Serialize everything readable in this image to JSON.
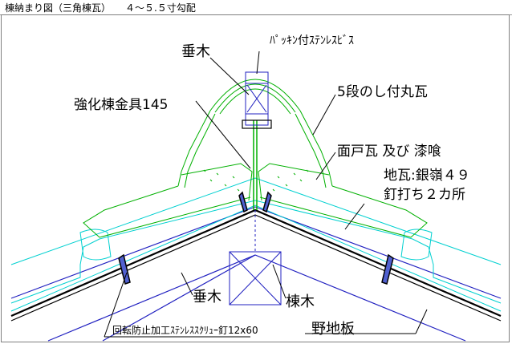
{
  "title": "棟納まり図（三角棟瓦）　　４～５.５寸勾配",
  "labels": {
    "taruki_top": "垂木",
    "packing_screw": "ﾊﾟｯｷﾝ付ｽﾃﾝﾚｽﾋﾞｽ",
    "ridge_bracket": "強化棟金具145",
    "round_tile": "5段のし付丸瓦",
    "menido": "面戸瓦 及び 漆喰",
    "jigawara": "地瓦:銀嶺４９",
    "nail": "釘打ち２カ所",
    "taruki_bottom": "垂木",
    "munagi": "棟木",
    "nojiita": "野地板",
    "screw_nail": "回転防止加工ｽﾃﾝﾚｽｽｸﾘｭｰ釘12x60"
  },
  "colors": {
    "roof_tile": "#00e0e0",
    "ridge_tile": "#00c000",
    "rafter": "#2020c0",
    "leader": "#000000",
    "board": "#000000"
  }
}
